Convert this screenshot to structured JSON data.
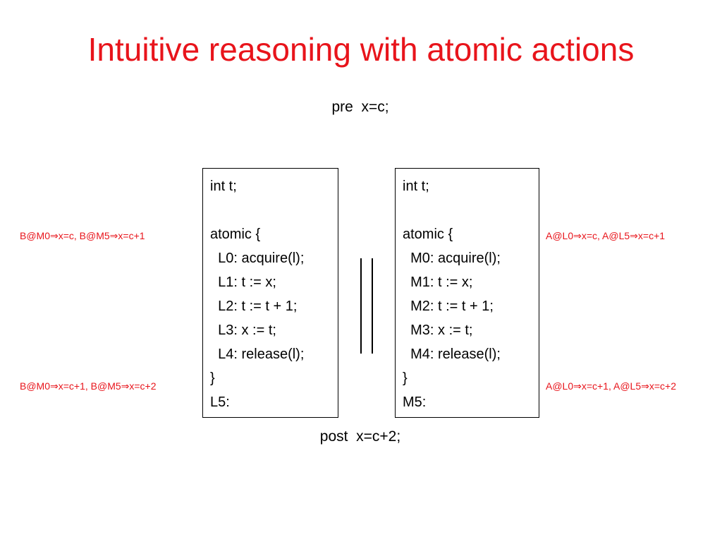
{
  "colors": {
    "title": "#e8141b",
    "annotation": "#e8141b",
    "text": "#000000"
  },
  "slide": {
    "title": "Intuitive reasoning with atomic actions",
    "precondition": "pre  x=c;",
    "postcondition": "post  x=c+2;",
    "thread_a": {
      "lines": [
        "int t;",
        "",
        "atomic {",
        "  L0: acquire(l);",
        "  L1: t := x;",
        "  L2: t := t + 1;",
        "  L3: x := t;",
        "  L4: release(l);",
        "}",
        "L5:"
      ]
    },
    "thread_b": {
      "lines": [
        "int t;",
        "",
        "atomic {",
        "  M0: acquire(l);",
        "  M1: t := x;",
        "  M2: t := t + 1;",
        "  M3: x := t;",
        "  M4: release(l);",
        "}",
        "M5:"
      ]
    },
    "annotations": {
      "left_top": "B@M0⇒x=c, B@M5⇒x=c+1",
      "left_bottom": "B@M0⇒x=c+1, B@M5⇒x=c+2",
      "right_top": "A@L0⇒x=c, A@L5⇒x=c+1",
      "right_bottom": "A@L0⇒x=c+1, A@L5⇒x=c+2"
    }
  }
}
